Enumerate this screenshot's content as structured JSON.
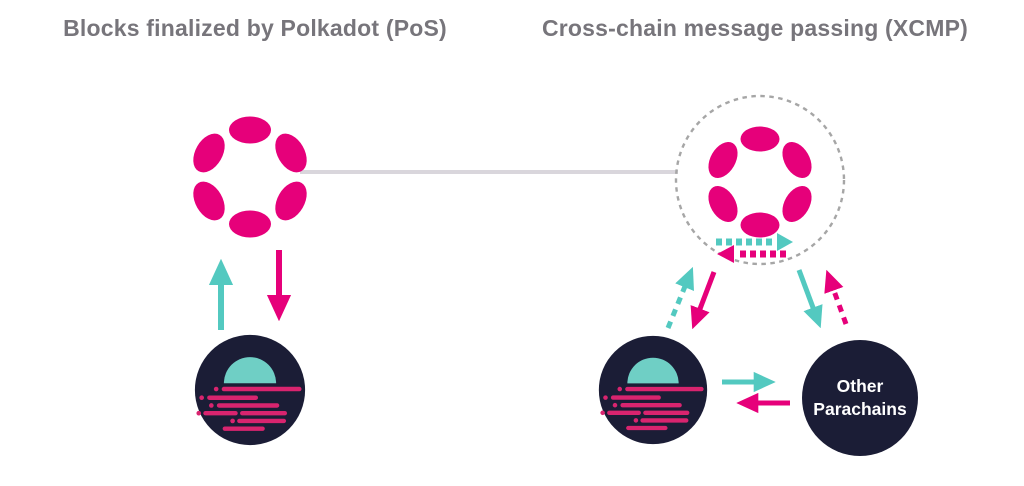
{
  "figure": {
    "left_panel": {
      "title": "Blocks finalized by Polkadot (PoS)",
      "icons": [
        "polkadot-logo-icon",
        "up-arrow-teal-icon",
        "down-arrow-pink-icon",
        "moonbeam-logo-icon"
      ]
    },
    "right_panel": {
      "title": "Cross-chain message passing (XCMP)",
      "icons": [
        "relay-chain-dashed-circle",
        "polkadot-logo-icon",
        "xcmp-dashed-arrow-right-icon",
        "xcmp-dashed-arrow-left-icon",
        "moonbeam-logo-icon",
        "other-parachains-node",
        "teal-right-arrow-icon",
        "pink-left-arrow-icon"
      ],
      "other_parachains": {
        "line1": "Other",
        "line2": "Parachains"
      }
    },
    "connector": "relay-connector-line",
    "colors": {
      "polkadot_pink": "#E6007A",
      "teal": "#53C9C0",
      "navy": "#1B1D36",
      "connector_gray": "#D9D6DC",
      "dashed_circle_gray": "#A6A6A6",
      "title_gray": "#77757B",
      "moonbeam_teal": "#6FCFC5",
      "moonbeam_line_pink": "#D9246F",
      "label_white": "#FFFFFF"
    }
  }
}
